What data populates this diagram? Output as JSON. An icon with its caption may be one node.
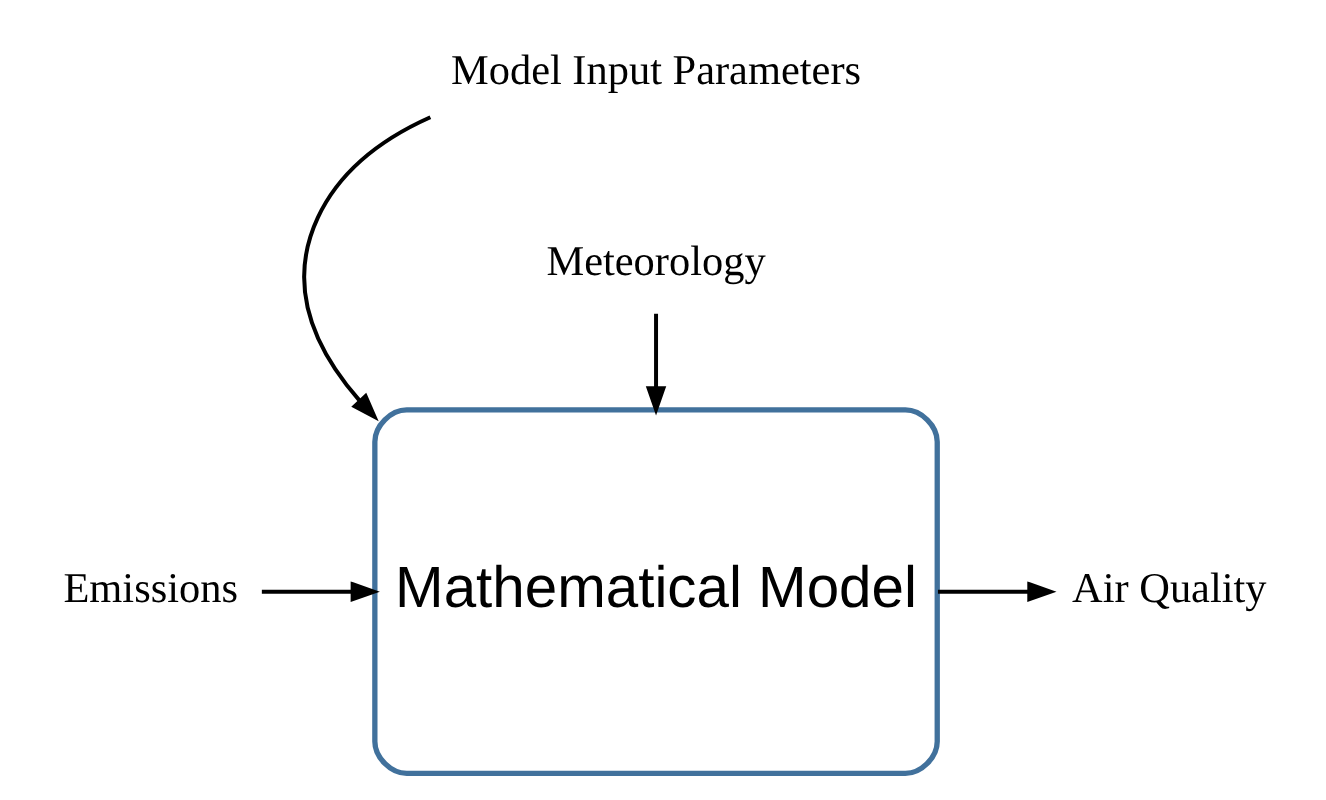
{
  "diagram": {
    "nodes": [
      {
        "text": [
          "Model Input Parameters"
        ]
      },
      {
        "text": [
          "Emissions"
        ]
      },
      {
        "text": [
          "Mathematical Model"
        ]
      },
      {
        "text": [
          "Air Quality"
        ]
      },
      {
        "text": [
          "Meteorology"
        ]
      }
    ],
    "edges": [
      {
        "from": 0,
        "to": 2,
        "arrow": "to"
      },
      {
        "from": 1,
        "to": 2,
        "arrow": "to"
      },
      {
        "from": 2,
        "to": 3,
        "arrow": "to"
      },
      {
        "from": 4,
        "to": 2,
        "arrow": "to"
      }
    ]
  }
}
